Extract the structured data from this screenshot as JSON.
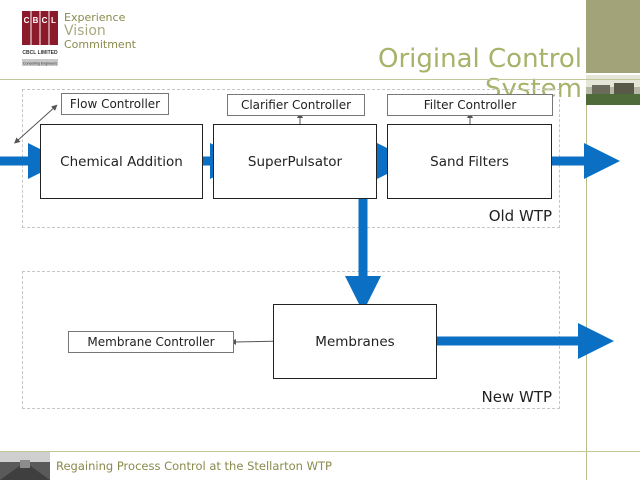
{
  "header": {
    "brand_letters": [
      "C",
      "B",
      "C",
      "L"
    ],
    "company_name": "CBCL LIMITED",
    "company_sub": "Consulting Engineers",
    "tagline": [
      "Experience",
      "Vision",
      "Commitment"
    ],
    "slide_title": "Original Control System"
  },
  "diagram": {
    "old_plant_label": "Old WTP",
    "new_plant_label": "New WTP",
    "processes": {
      "chemical_addition": "Chemical Addition",
      "superpulsator": "SuperPulsator",
      "sand_filters": "Sand Filters",
      "membranes": "Membranes"
    },
    "controllers": {
      "flow": "Flow Controller",
      "clarifier": "Clarifier Controller",
      "filter": "Filter Controller",
      "membrane": "Membrane Controller"
    }
  },
  "footer": {
    "text": "Regaining Process Control at the Stellarton WTP"
  },
  "colors": {
    "flow_arrow": "#0b6fc4",
    "accent_olive": "#a3a37a",
    "title_green": "#a7b36a",
    "logo_red": "#8b1a2b"
  }
}
